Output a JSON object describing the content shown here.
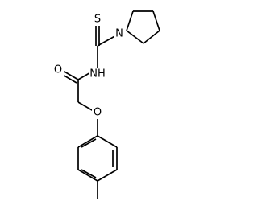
{
  "molecule": {
    "atoms": {
      "S": "S",
      "N_ring": "N",
      "NH": "NH",
      "O_carbonyl": "O",
      "O_ether": "O"
    }
  }
}
